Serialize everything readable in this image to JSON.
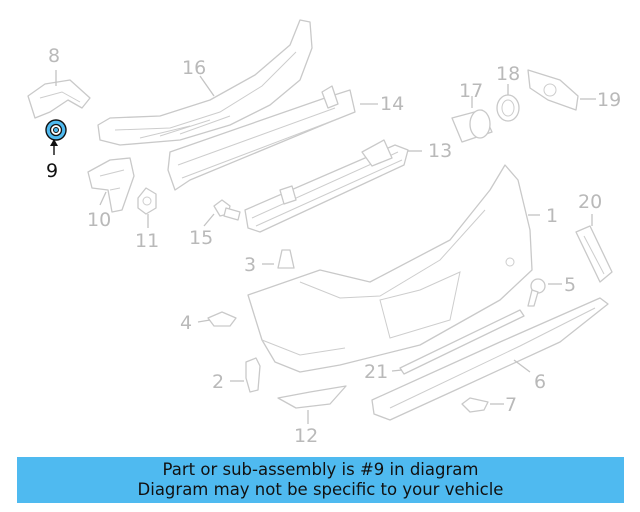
{
  "highlight_color": "#4fbaf0",
  "highlighted_part": "9",
  "callouts": [
    "1",
    "2",
    "3",
    "4",
    "5",
    "6",
    "7",
    "8",
    "9",
    "10",
    "11",
    "12",
    "13",
    "14",
    "15",
    "16",
    "17",
    "18",
    "19",
    "20",
    "21"
  ],
  "banner": {
    "line1": "Part or sub-assembly is #9 in diagram",
    "line2": "Diagram may not be specific to your vehicle"
  }
}
